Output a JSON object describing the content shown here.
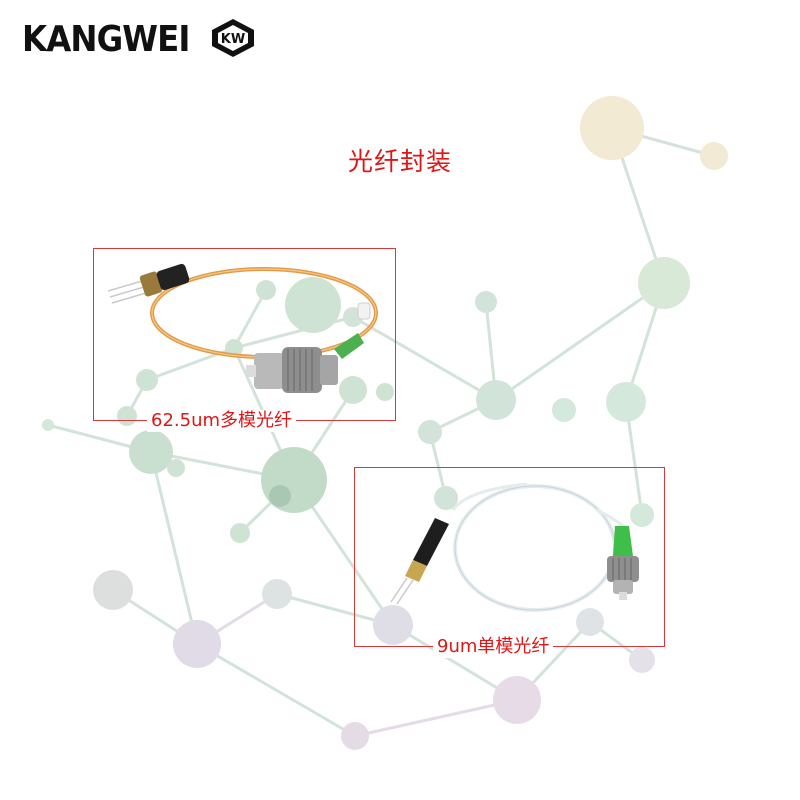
{
  "brand": {
    "logo_text": "KANGWEI",
    "badge_text": "KW",
    "colors": {
      "logo": "#111111",
      "accent": "#e01515"
    }
  },
  "page_title": "光纤封装",
  "products": [
    {
      "caption": "62.5um多模光纤",
      "fiber_color": "#e8a04a"
    },
    {
      "caption": "9um单模光纤",
      "fiber_color": "#e8eef0"
    }
  ],
  "frame_color": "#d33a3a"
}
